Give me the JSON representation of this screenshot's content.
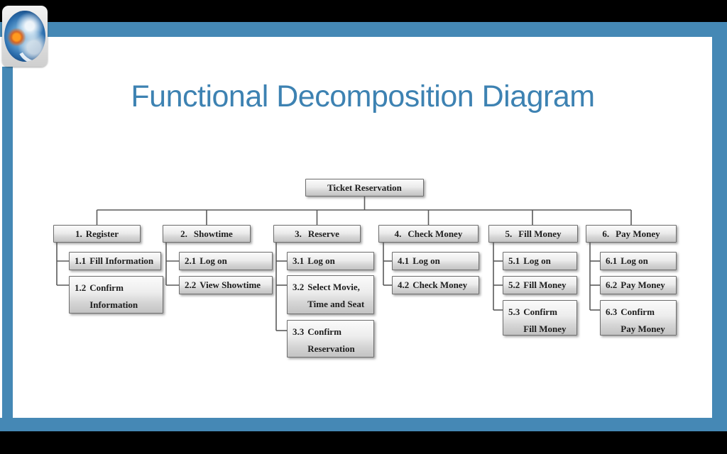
{
  "slide": {
    "title": "Functional Decomposition Diagram"
  },
  "colors": {
    "accent_blue": "#4588b5",
    "title_blue": "#3d82b2",
    "box_border": "#6e6e6e",
    "connector_line": "#5a5a5a",
    "top_bottom_bars": "#000000"
  },
  "icons": {
    "logo": "globe-logo"
  },
  "diagram": {
    "root": {
      "label": "Ticket Reservation"
    },
    "branches": [
      {
        "num": "1.",
        "label": "Register",
        "children": [
          {
            "num": "1.1",
            "label": "Fill Information"
          },
          {
            "num": "1.2",
            "label": "Confirm Information"
          }
        ]
      },
      {
        "num": "2.",
        "label": "Showtime",
        "children": [
          {
            "num": "2.1",
            "label": "Log on"
          },
          {
            "num": "2.2",
            "label": "View Showtime"
          }
        ]
      },
      {
        "num": "3.",
        "label": "Reserve",
        "children": [
          {
            "num": "3.1",
            "label": "Log on"
          },
          {
            "num": "3.2",
            "label": "Select Movie, Time and Seat"
          },
          {
            "num": "3.3",
            "label": "Confirm Reservation"
          }
        ]
      },
      {
        "num": "4.",
        "label": "Check Money",
        "children": [
          {
            "num": "4.1",
            "label": "Log on"
          },
          {
            "num": "4.2",
            "label": "Check Money"
          }
        ]
      },
      {
        "num": "5.",
        "label": "Fill Money",
        "children": [
          {
            "num": "5.1",
            "label": "Log on"
          },
          {
            "num": "5.2",
            "label": "Fill Money"
          },
          {
            "num": "5.3",
            "label": "Confirm Fill Money"
          }
        ]
      },
      {
        "num": "6.",
        "label": "Pay Money",
        "children": [
          {
            "num": "6.1",
            "label": "Log on"
          },
          {
            "num": "6.2",
            "label": "Pay Money"
          },
          {
            "num": "6.3",
            "label": "Confirm Pay Money"
          }
        ]
      }
    ]
  }
}
